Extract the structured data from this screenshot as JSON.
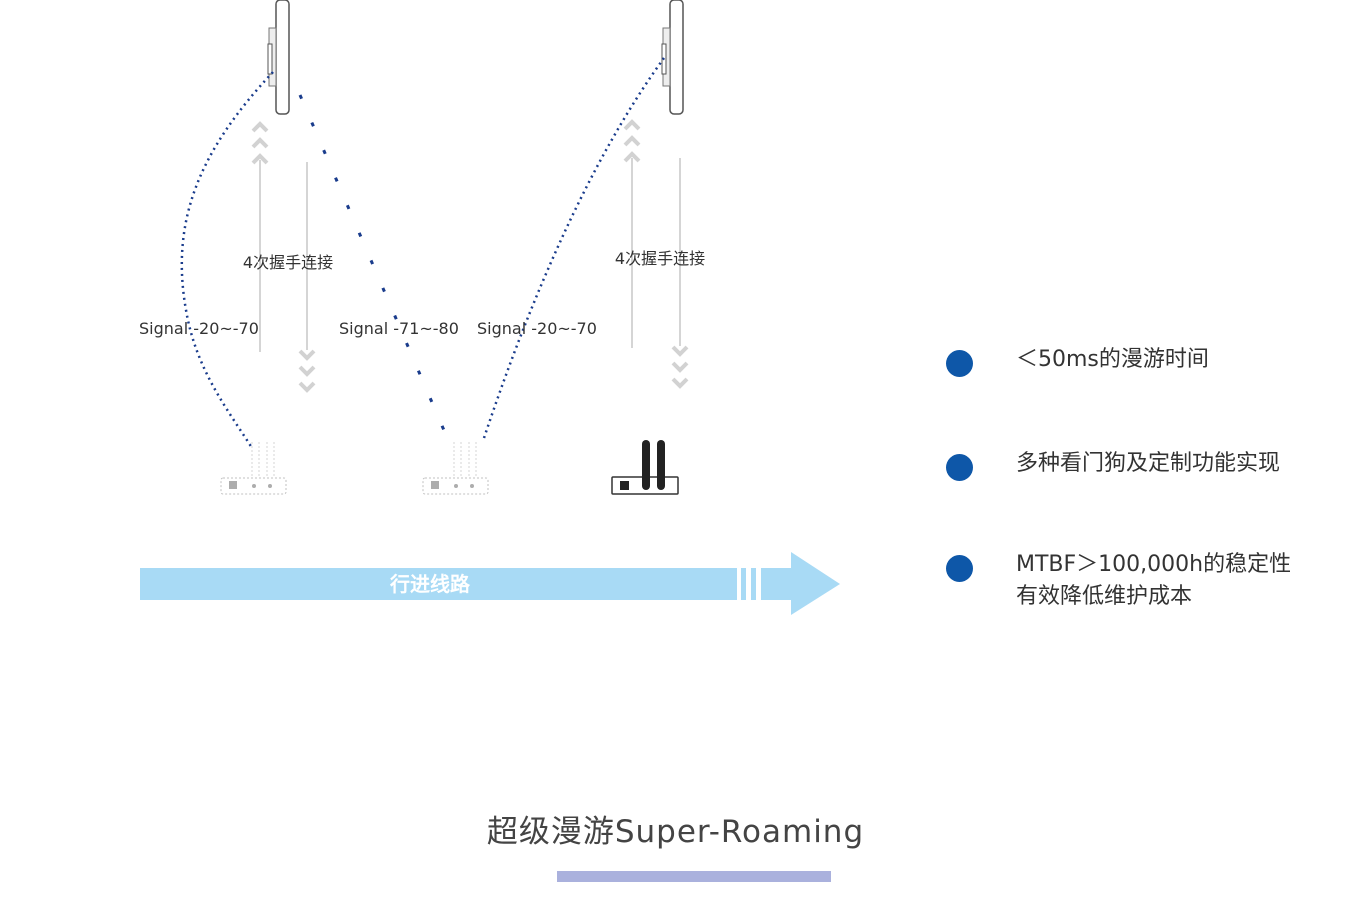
{
  "colors": {
    "signal_line": "#1a3c8c",
    "route_arrow": "#a8daf5",
    "bullet": "#0e57a8",
    "underline": "#aab1dd",
    "flow_line": "#d5d5d5",
    "chevron": "#d2d2d2"
  },
  "handshake_labels": [
    "4次握手连接",
    "4次握手连接"
  ],
  "signal_labels": [
    "Signal -20~-70",
    "Signal -71~-80",
    "Signal -20~-70"
  ],
  "route_label": "行进线路",
  "features": [
    {
      "lines": [
        "＜50ms的漫游时间"
      ]
    },
    {
      "lines": [
        "多种看门狗及定制功能实现"
      ]
    },
    {
      "lines": [
        "MTBF＞100,000h的稳定性",
        "有效降低维护成本"
      ]
    }
  ],
  "footer_title": "超级漫游Super-Roaming"
}
